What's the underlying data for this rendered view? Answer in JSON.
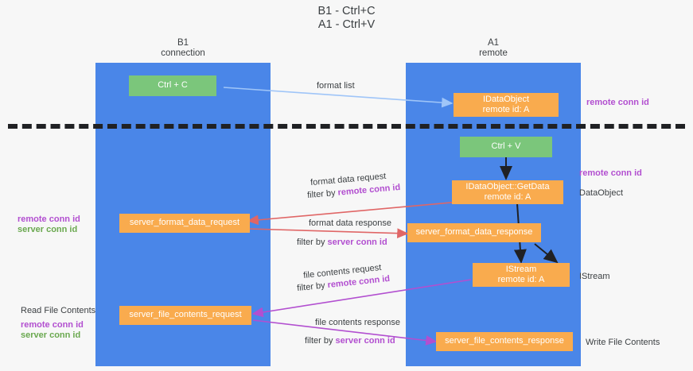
{
  "title": "B1 - Ctrl+C\nA1 - Ctrl+V",
  "columns": [
    {
      "name": "b1",
      "header": "B1\nconnection"
    },
    {
      "name": "a1",
      "header": "A1\nremote"
    }
  ],
  "nodes": [
    {
      "name": "ctrl-c",
      "label": "Ctrl + C",
      "color": "#7bc67b"
    },
    {
      "name": "idataobject",
      "label": "IDataObject\nremote id: A",
      "color": "#f9ab4e"
    },
    {
      "name": "ctrl-v",
      "label": "Ctrl + V",
      "color": "#7bc67b"
    },
    {
      "name": "idataobject-getdata",
      "label": "IDataObject::GetData\nremote id: A",
      "color": "#f9ab4e"
    },
    {
      "name": "server-format-data-request",
      "label": "server_format_data_request",
      "color": "#f9ab4e"
    },
    {
      "name": "server-format-data-response",
      "label": "server_format_data_response",
      "color": "#f9ab4e"
    },
    {
      "name": "istream",
      "label": "IStream\nremote id: A",
      "color": "#f9ab4e"
    },
    {
      "name": "server-file-contents-request",
      "label": "server_file_contents_request",
      "color": "#f9ab4e"
    },
    {
      "name": "server-file-contents-response",
      "label": "server_file_contents_response",
      "color": "#f9ab4e"
    }
  ],
  "edges": {
    "format_list": "format list",
    "format_data_request": "format data request",
    "format_data_request_filter_prefix": "filter by ",
    "format_data_request_filter_key": "remote conn id",
    "format_data_response": "format data response",
    "format_data_response_filter_prefix": "filter by ",
    "format_data_response_filter_key": "server conn id",
    "file_contents_request": "file contents request",
    "file_contents_request_filter_prefix": "filter by ",
    "file_contents_request_filter_key": "remote conn id",
    "file_contents_response": "file contents response",
    "file_contents_response_filter_prefix": "filter by ",
    "file_contents_response_filter_key": "server conn id"
  },
  "right_labels": [
    {
      "name": "remote-conn-id-top",
      "text": "remote conn id",
      "color": "#b24fd0"
    },
    {
      "name": "remote-conn-id-mid",
      "text": "remote conn id",
      "color": "#b24fd0"
    },
    {
      "name": "dataobject",
      "text": "DataObject",
      "color": "#3c4043"
    },
    {
      "name": "istream-label",
      "text": "IStream",
      "color": "#3c4043"
    },
    {
      "name": "write-file-contents",
      "text": "Write File Contents",
      "color": "#3c4043"
    }
  ],
  "left_labels": [
    {
      "name": "remote-conn-id-left",
      "text": "remote conn id",
      "color": "#b24fd0"
    },
    {
      "name": "server-conn-id-left",
      "text": "server conn id",
      "color": "#6aa84f"
    },
    {
      "name": "read-file-contents",
      "text": "Read File Contents",
      "color": "#3c4043"
    },
    {
      "name": "remote-conn-id-left-2",
      "text": "remote conn id",
      "color": "#b24fd0"
    },
    {
      "name": "server-conn-id-left-2",
      "text": "server conn id",
      "color": "#6aa84f"
    }
  ],
  "colors": {
    "lane": "#4a86e8",
    "green_node": "#7bc67b",
    "orange_node": "#f9ab4e",
    "purple": "#b24fd0",
    "green_text": "#6aa84f",
    "arrow_blue": "#9fc5f8",
    "arrow_red": "#e06666",
    "arrow_purple": "#b24fd0",
    "arrow_dark": "#202124",
    "background": "#f7f7f7"
  }
}
